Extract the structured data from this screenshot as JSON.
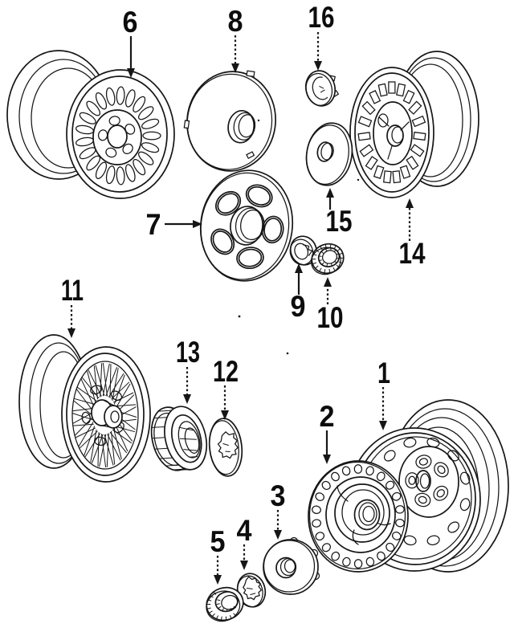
{
  "diagram": {
    "kind": "exploded-parts-line-diagram",
    "subject": "wheels-wheel-covers-and-center-caps",
    "colors": {
      "background": "#ffffff",
      "ink": "#161616"
    },
    "callouts": [
      {
        "number": "1",
        "part": "steel-wheel",
        "arrow": "down",
        "stem": "dotted"
      },
      {
        "number": "2",
        "part": "slotted-wheel-cover",
        "arrow": "down",
        "stem": "solid"
      },
      {
        "number": "3",
        "part": "hub-cover-disc",
        "arrow": "down",
        "stem": "dotted"
      },
      {
        "number": "4",
        "part": "center-cap-crest",
        "arrow": "down",
        "stem": "dotted"
      },
      {
        "number": "5",
        "part": "retainer-ring",
        "arrow": "down",
        "stem": "dotted"
      },
      {
        "number": "6",
        "part": "slotted-steel-wheel",
        "arrow": "down",
        "stem": "solid"
      },
      {
        "number": "7",
        "part": "five-hole-wheel-cover",
        "arrow": "right",
        "stem": "solid"
      },
      {
        "number": "8",
        "part": "dome-wheel-cover",
        "arrow": "down",
        "stem": "dotted"
      },
      {
        "number": "9",
        "part": "keyed-center-cap",
        "arrow": "up",
        "stem": "solid"
      },
      {
        "number": "10",
        "part": "splined-retainer-ring",
        "arrow": "up",
        "stem": "dotted"
      },
      {
        "number": "11",
        "part": "wire-spoke-wheel",
        "arrow": "down",
        "stem": "dotted"
      },
      {
        "number": "12",
        "part": "emblem-center-cap",
        "arrow": "down",
        "stem": "dotted"
      },
      {
        "number": "13",
        "part": "hub-bearing-ring",
        "arrow": "down",
        "stem": "dotted"
      },
      {
        "number": "14",
        "part": "slotted-alloy-wheel",
        "arrow": "up",
        "stem": "dotted"
      },
      {
        "number": "15",
        "part": "hub-disc",
        "arrow": "up",
        "stem": "solid"
      },
      {
        "number": "16",
        "part": "clip-center-cap",
        "arrow": "down",
        "stem": "dotted"
      }
    ]
  }
}
